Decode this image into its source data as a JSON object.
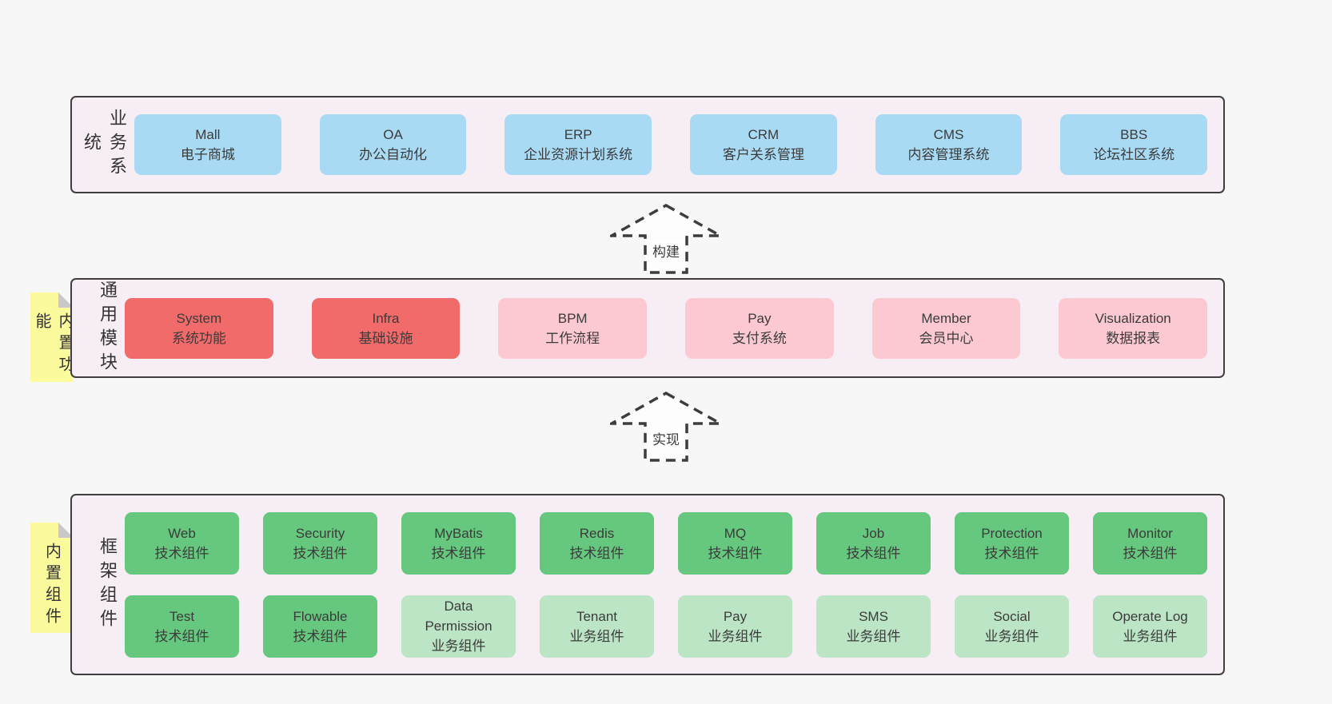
{
  "colors": {
    "page_bg": "#f7f7f7",
    "container_bg": "#f6edf5",
    "container_border": "#3f3f3f",
    "blue_box": "#a9daf4",
    "red_box": "#f16b6b",
    "pink_box": "#fcc9d2",
    "green_box": "#66c77e",
    "light_green_box": "#bce5c6",
    "sticky_note": "#fbfa9d"
  },
  "arrows": [
    {
      "label": "构建"
    },
    {
      "label": "实现"
    }
  ],
  "layers": [
    {
      "label": "业务系统",
      "boxes": [
        {
          "title": "Mall",
          "subtitle": "电子商城"
        },
        {
          "title": "OA",
          "subtitle": "办公自动化"
        },
        {
          "title": "ERP",
          "subtitle": "企业资源计划系统"
        },
        {
          "title": "CRM",
          "subtitle": "客户关系管理"
        },
        {
          "title": "CMS",
          "subtitle": "内容管理系统"
        },
        {
          "title": "BBS",
          "subtitle": "论坛社区系统"
        }
      ]
    },
    {
      "label": "通用模块",
      "note": "内置功能",
      "boxes": [
        {
          "title": "System",
          "subtitle": "系统功能"
        },
        {
          "title": "Infra",
          "subtitle": "基础设施"
        },
        {
          "title": "BPM",
          "subtitle": "工作流程"
        },
        {
          "title": "Pay",
          "subtitle": "支付系统"
        },
        {
          "title": "Member",
          "subtitle": "会员中心"
        },
        {
          "title": "Visualization",
          "subtitle": "数据报表"
        }
      ]
    },
    {
      "label": "框架组件",
      "note": "内置组件",
      "rows": [
        [
          {
            "title": "Web",
            "subtitle": "技术组件"
          },
          {
            "title": "Security",
            "subtitle": "技术组件"
          },
          {
            "title": "MyBatis",
            "subtitle": "技术组件"
          },
          {
            "title": "Redis",
            "subtitle": "技术组件"
          },
          {
            "title": "MQ",
            "subtitle": "技术组件"
          },
          {
            "title": "Job",
            "subtitle": "技术组件"
          },
          {
            "title": "Protection",
            "subtitle": "技术组件"
          },
          {
            "title": "Monitor",
            "subtitle": "技术组件"
          }
        ],
        [
          {
            "title": "Test",
            "subtitle": "技术组件"
          },
          {
            "title": "Flowable",
            "subtitle": "技术组件"
          },
          {
            "title": "Data Permission",
            "subtitle": "业务组件"
          },
          {
            "title": "Tenant",
            "subtitle": "业务组件"
          },
          {
            "title": "Pay",
            "subtitle": "业务组件"
          },
          {
            "title": "SMS",
            "subtitle": "业务组件"
          },
          {
            "title": "Social",
            "subtitle": "业务组件"
          },
          {
            "title": "Operate Log",
            "subtitle": "业务组件"
          }
        ]
      ]
    }
  ]
}
